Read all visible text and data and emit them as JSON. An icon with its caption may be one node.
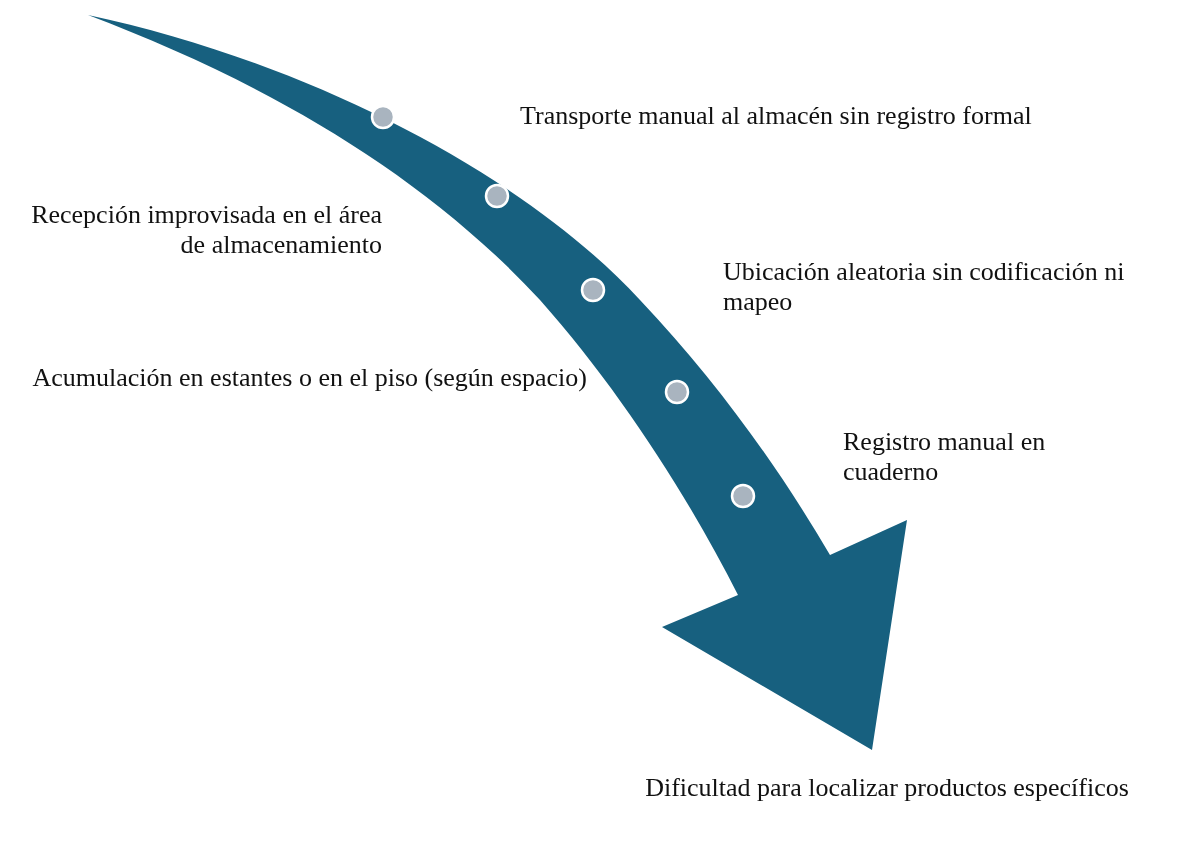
{
  "diagram": {
    "nodes": [
      {
        "text": [],
        "shape": "circle"
      },
      {
        "text": [],
        "shape": "circle"
      },
      {
        "text": [],
        "shape": "circle"
      },
      {
        "text": [],
        "shape": "circle"
      },
      {
        "text": [],
        "shape": "circle"
      }
    ],
    "labels": [
      "Transporte manual al almacén sin registro formal",
      "Recepción improvisada en el área de almacenamiento",
      "Ubicación aleatoria sin codificación ni mapeo",
      "Acumulación en estantes o en el piso (según espacio)",
      "Registro manual en cuaderno",
      "Dificultad para localizar productos específicos"
    ]
  }
}
